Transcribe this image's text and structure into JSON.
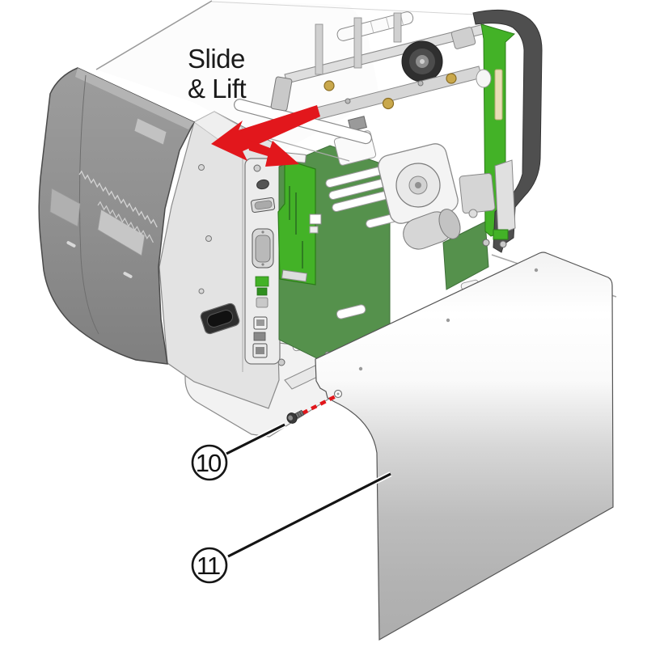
{
  "diagram": {
    "annotation": {
      "line1": "Slide",
      "line2": "& Lift"
    },
    "callouts": [
      {
        "label": "10"
      },
      {
        "label": "11"
      }
    ],
    "colors": {
      "accent_red": "#e2171c",
      "pcb_bright_green": "#43b227",
      "pcb_dark_green": "#55914c",
      "front_bezel_gray": "#8e8e8e",
      "side_trim_dark": "#4f4f4f",
      "cover_gray": "#b2b2b2",
      "outline_black": "#1a1a1a"
    }
  }
}
